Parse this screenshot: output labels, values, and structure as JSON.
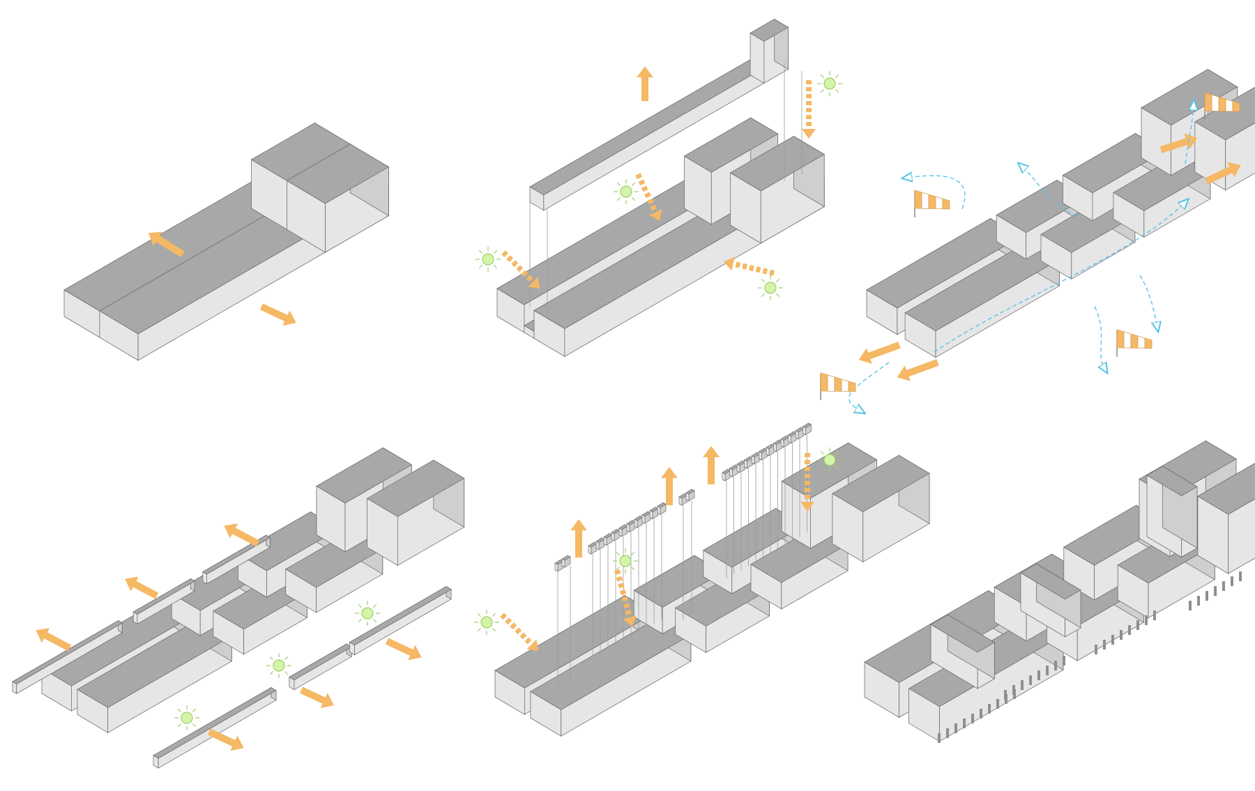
{
  "colors": {
    "background": "#ffffff",
    "roof": "#a8a8a8",
    "wall_left": "#e6e6e6",
    "wall_right": "#cfcfcf",
    "edge": "#6e6e6e",
    "arrow": "#f5b865",
    "sun_fill": "#d4f4a8",
    "sun_stroke": "#9ccd6a",
    "wind_line": "#57c3e6",
    "sock_stripe": "#f5b865",
    "sock_white": "#ffffff"
  },
  "icons": [
    "sun-icon",
    "wind-sock-icon",
    "movement-arrow-icon",
    "daylight-dashed-arrow-icon",
    "airflow-line-icon"
  ],
  "panels": [
    {
      "id": "panel-1",
      "content": "building-mass",
      "icons": [
        "movement-arrow-icon"
      ]
    },
    {
      "id": "panel-2",
      "content": "building-mass",
      "icons": [
        "movement-arrow-icon",
        "sun-icon",
        "daylight-dashed-arrow-icon"
      ]
    },
    {
      "id": "panel-3",
      "content": "building-mass",
      "icons": [
        "movement-arrow-icon",
        "wind-sock-icon",
        "airflow-line-icon"
      ]
    },
    {
      "id": "panel-4",
      "content": "building-mass",
      "icons": [
        "movement-arrow-icon",
        "sun-icon"
      ]
    },
    {
      "id": "panel-5",
      "content": "building-mass",
      "icons": [
        "movement-arrow-icon",
        "sun-icon",
        "daylight-dashed-arrow-icon"
      ]
    },
    {
      "id": "panel-6",
      "content": "building-mass",
      "icons": []
    }
  ]
}
